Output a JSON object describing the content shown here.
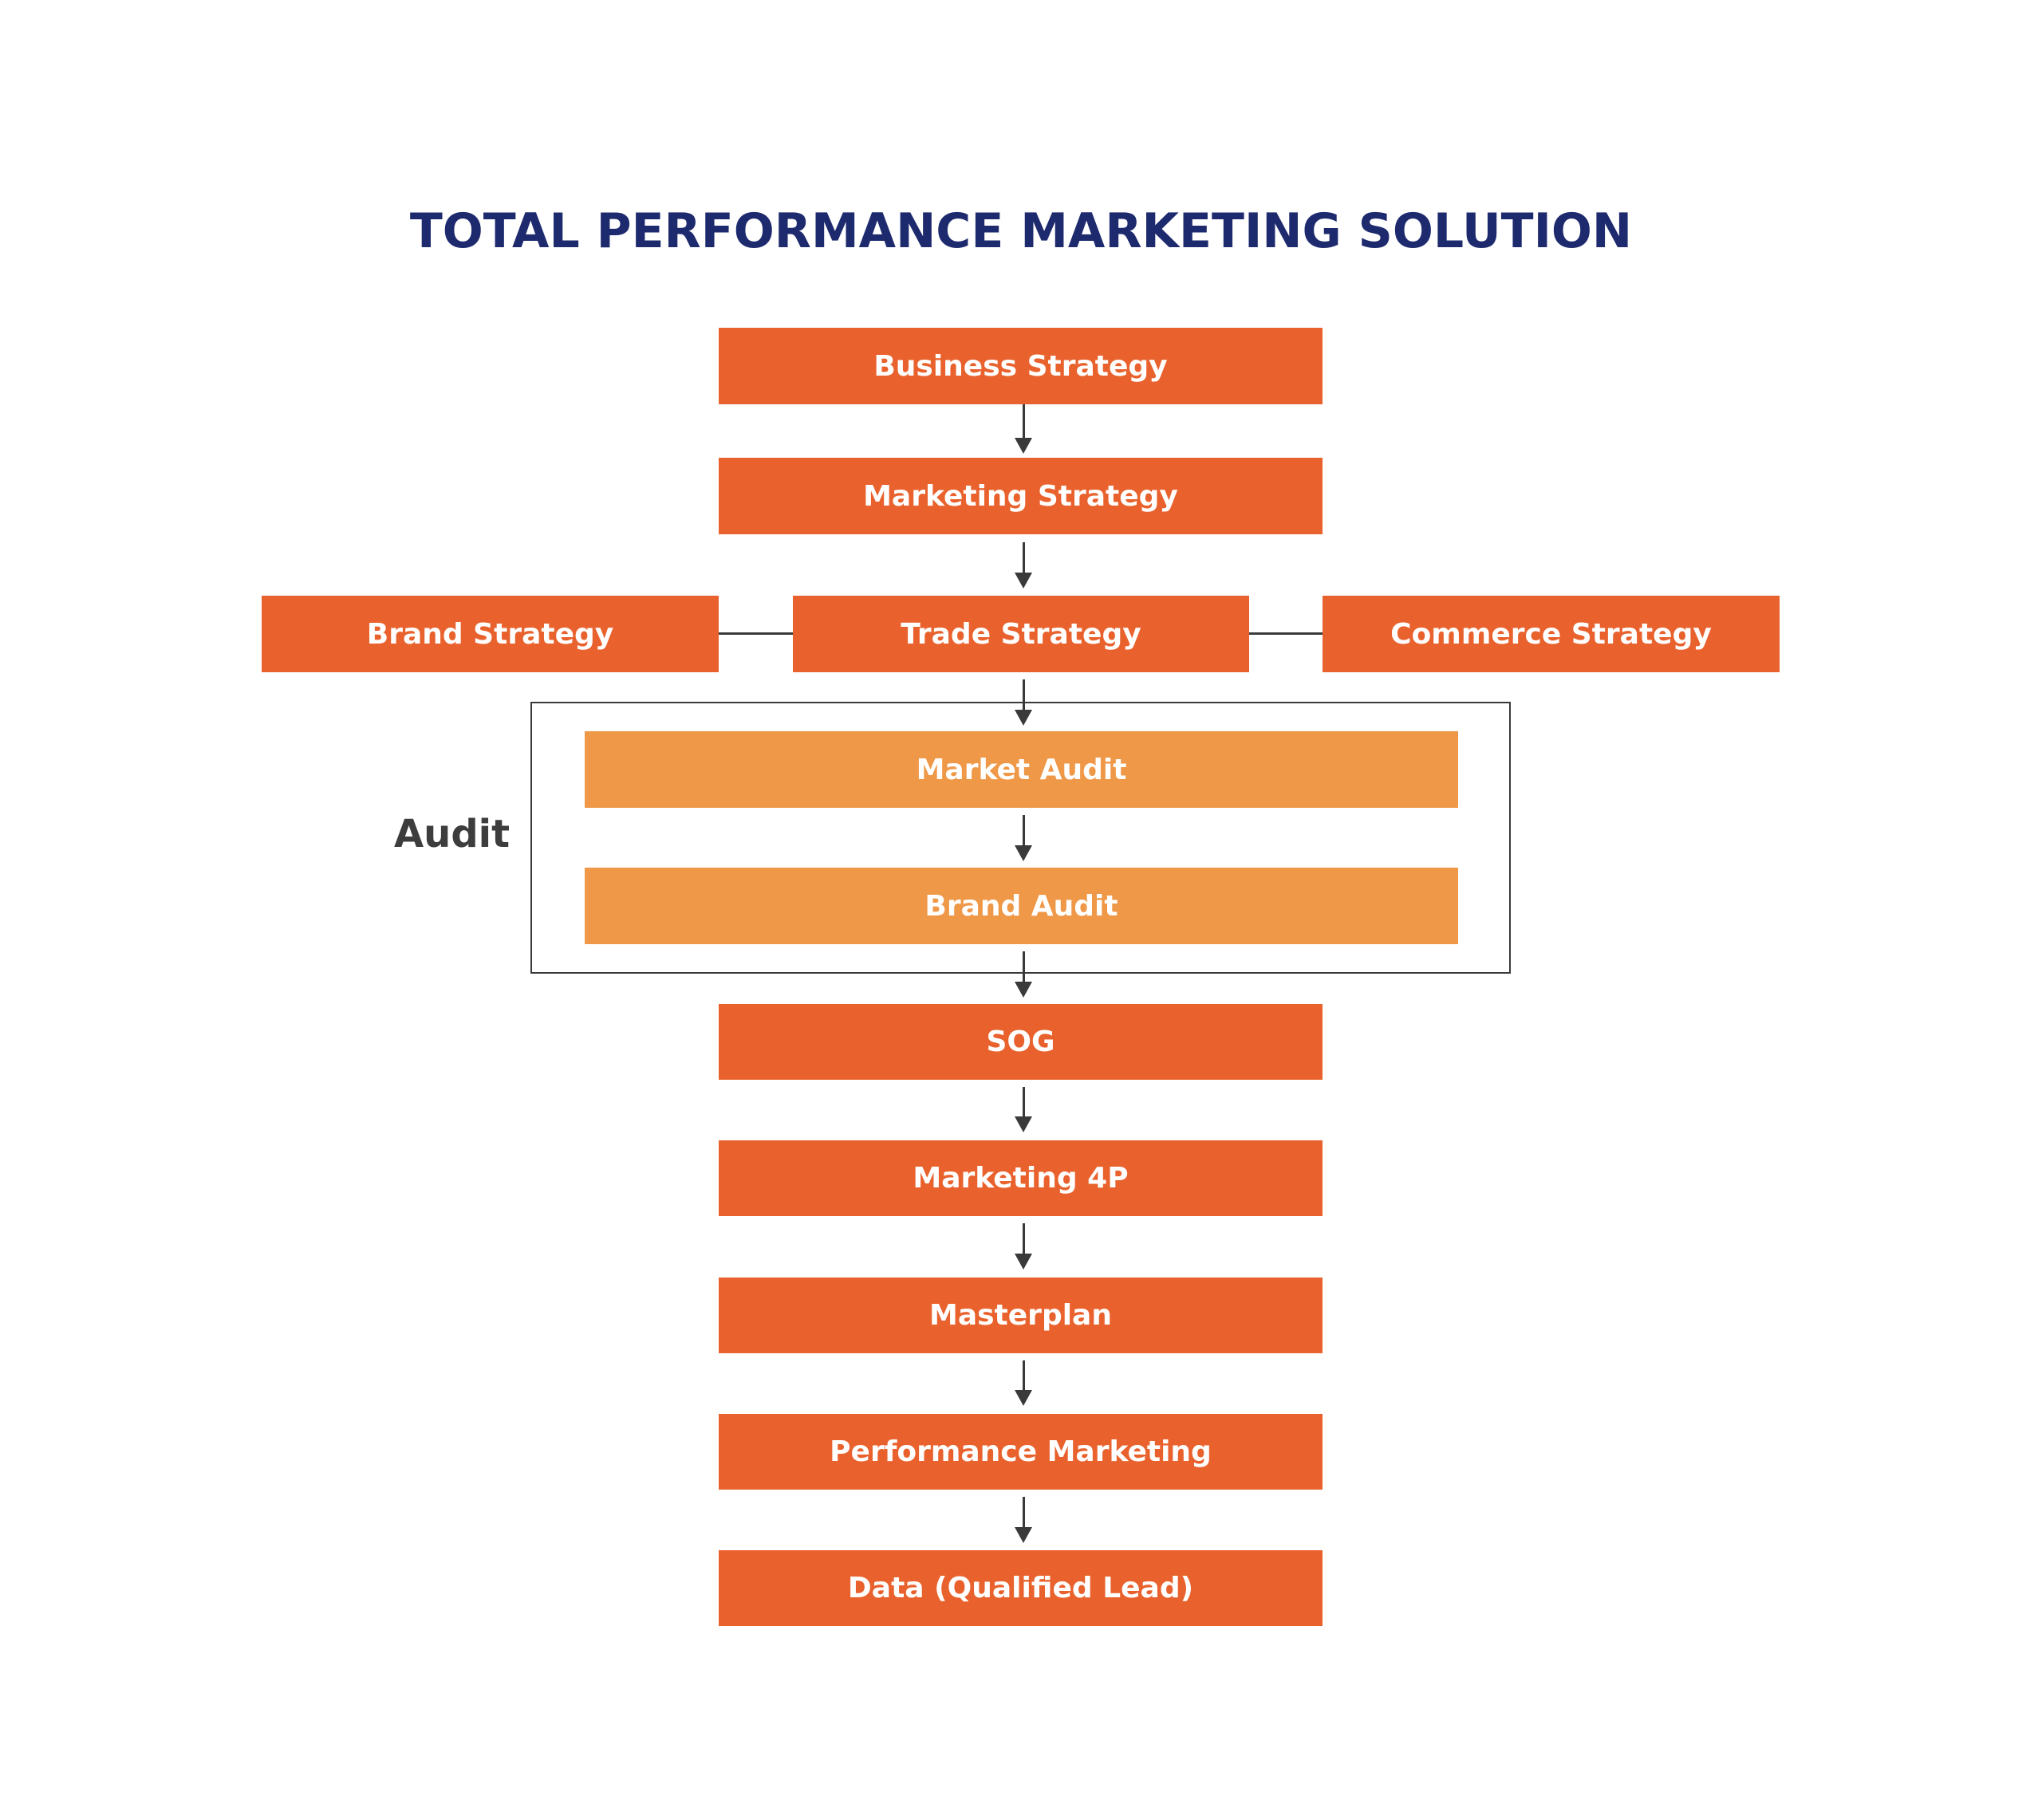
{
  "title": "TOTAL PERFORMANCE MARKETING SOLUTION",
  "colors": {
    "primary_box": "#e9622d",
    "audit_box": "#ef9848",
    "title": "#1e2a6e",
    "connector": "#3a3a3a"
  },
  "nodes": {
    "business_strategy": "Business Strategy",
    "marketing_strategy": "Marketing Strategy",
    "brand_strategy": "Brand Strategy",
    "trade_strategy": "Trade Strategy",
    "commerce_strategy": "Commerce Strategy",
    "market_audit": "Market Audit",
    "brand_audit": "Brand Audit",
    "sog": "SOG",
    "marketing_4p": "Marketing 4P",
    "masterplan": "Masterplan",
    "performance_marketing": "Performance Marketing",
    "data_qualified_lead": "Data (Qualified Lead)"
  },
  "group": {
    "audit_label": "Audit"
  },
  "edges": [
    [
      "Business Strategy",
      "Marketing Strategy"
    ],
    [
      "Marketing Strategy",
      "Trade Strategy"
    ],
    [
      "Brand Strategy",
      "Trade Strategy"
    ],
    [
      "Trade Strategy",
      "Commerce Strategy"
    ],
    [
      "Trade Strategy",
      "Market Audit"
    ],
    [
      "Market Audit",
      "Brand Audit"
    ],
    [
      "Brand Audit",
      "SOG"
    ],
    [
      "SOG",
      "Marketing 4P"
    ],
    [
      "Marketing 4P",
      "Masterplan"
    ],
    [
      "Masterplan",
      "Performance Marketing"
    ],
    [
      "Performance Marketing",
      "Data (Qualified Lead)"
    ]
  ]
}
